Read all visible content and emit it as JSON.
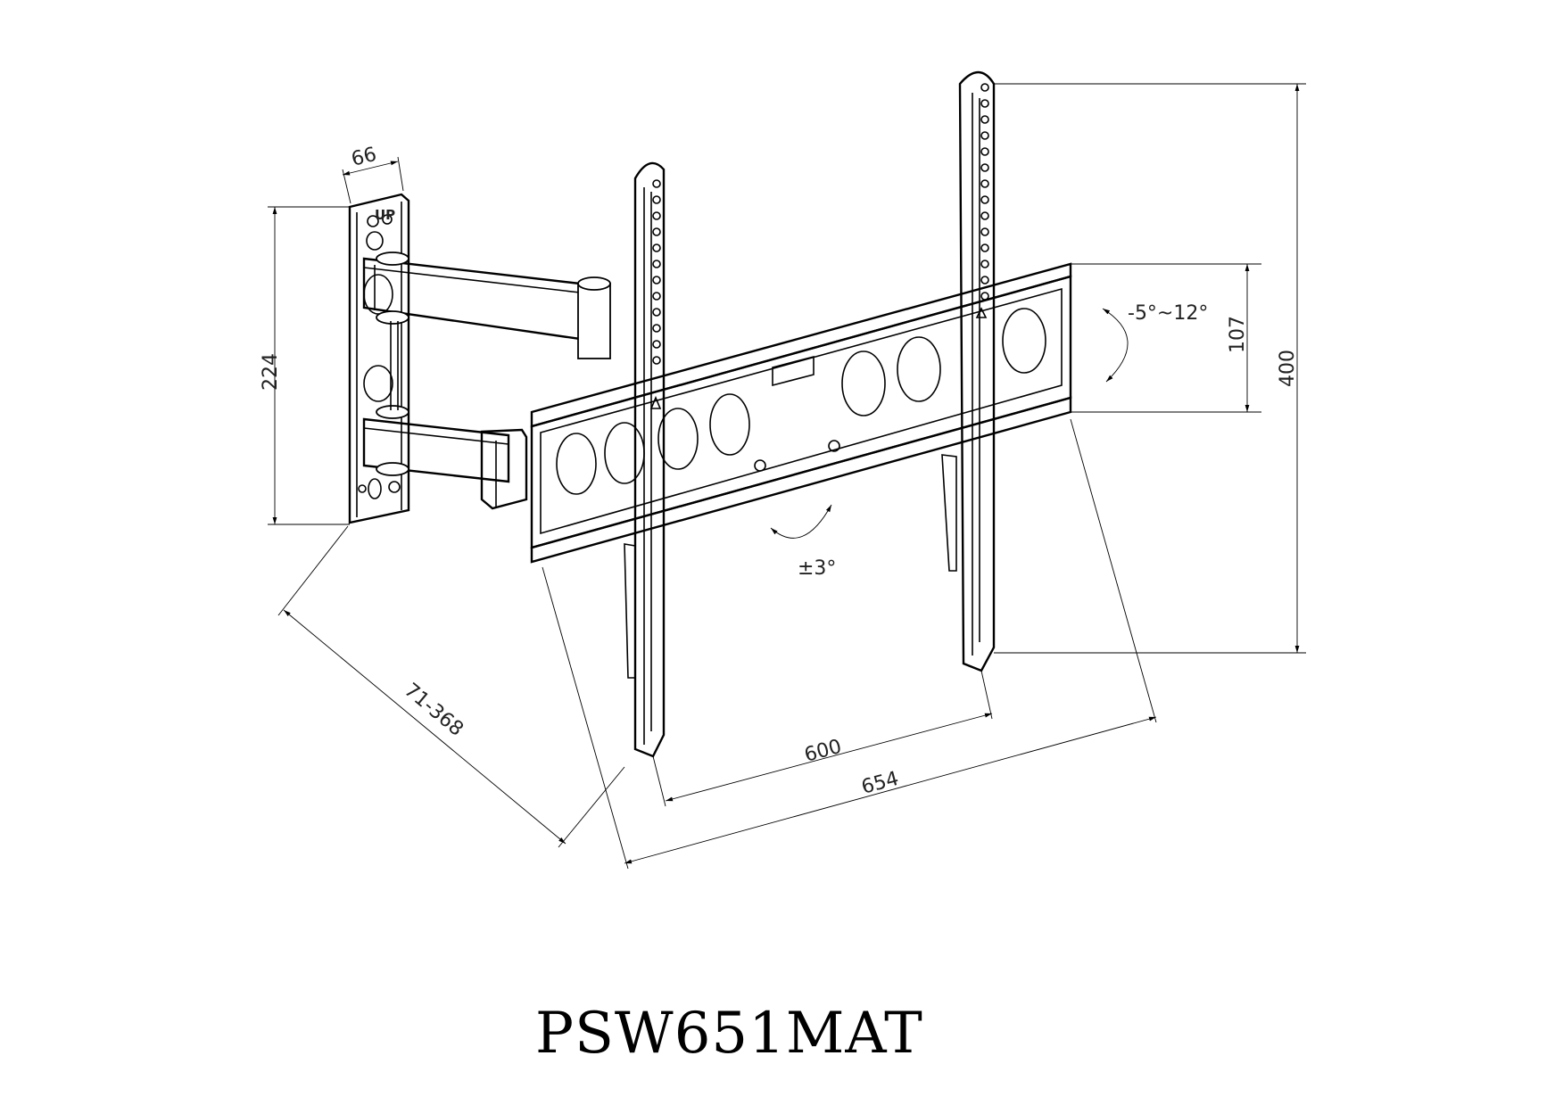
{
  "title": "PSW651MAT",
  "dimensions": {
    "wall_plate_width": "66",
    "wall_plate_height": "224",
    "extension_range": "71-368",
    "tilt_range": "-5°~12°",
    "rail_height": "107",
    "vertical_hole_spacing": "400",
    "horizontal_hole_spacing": "600",
    "overall_width": "654",
    "swivel_level": "±3°"
  },
  "labels": {
    "up_marker": "UP"
  }
}
